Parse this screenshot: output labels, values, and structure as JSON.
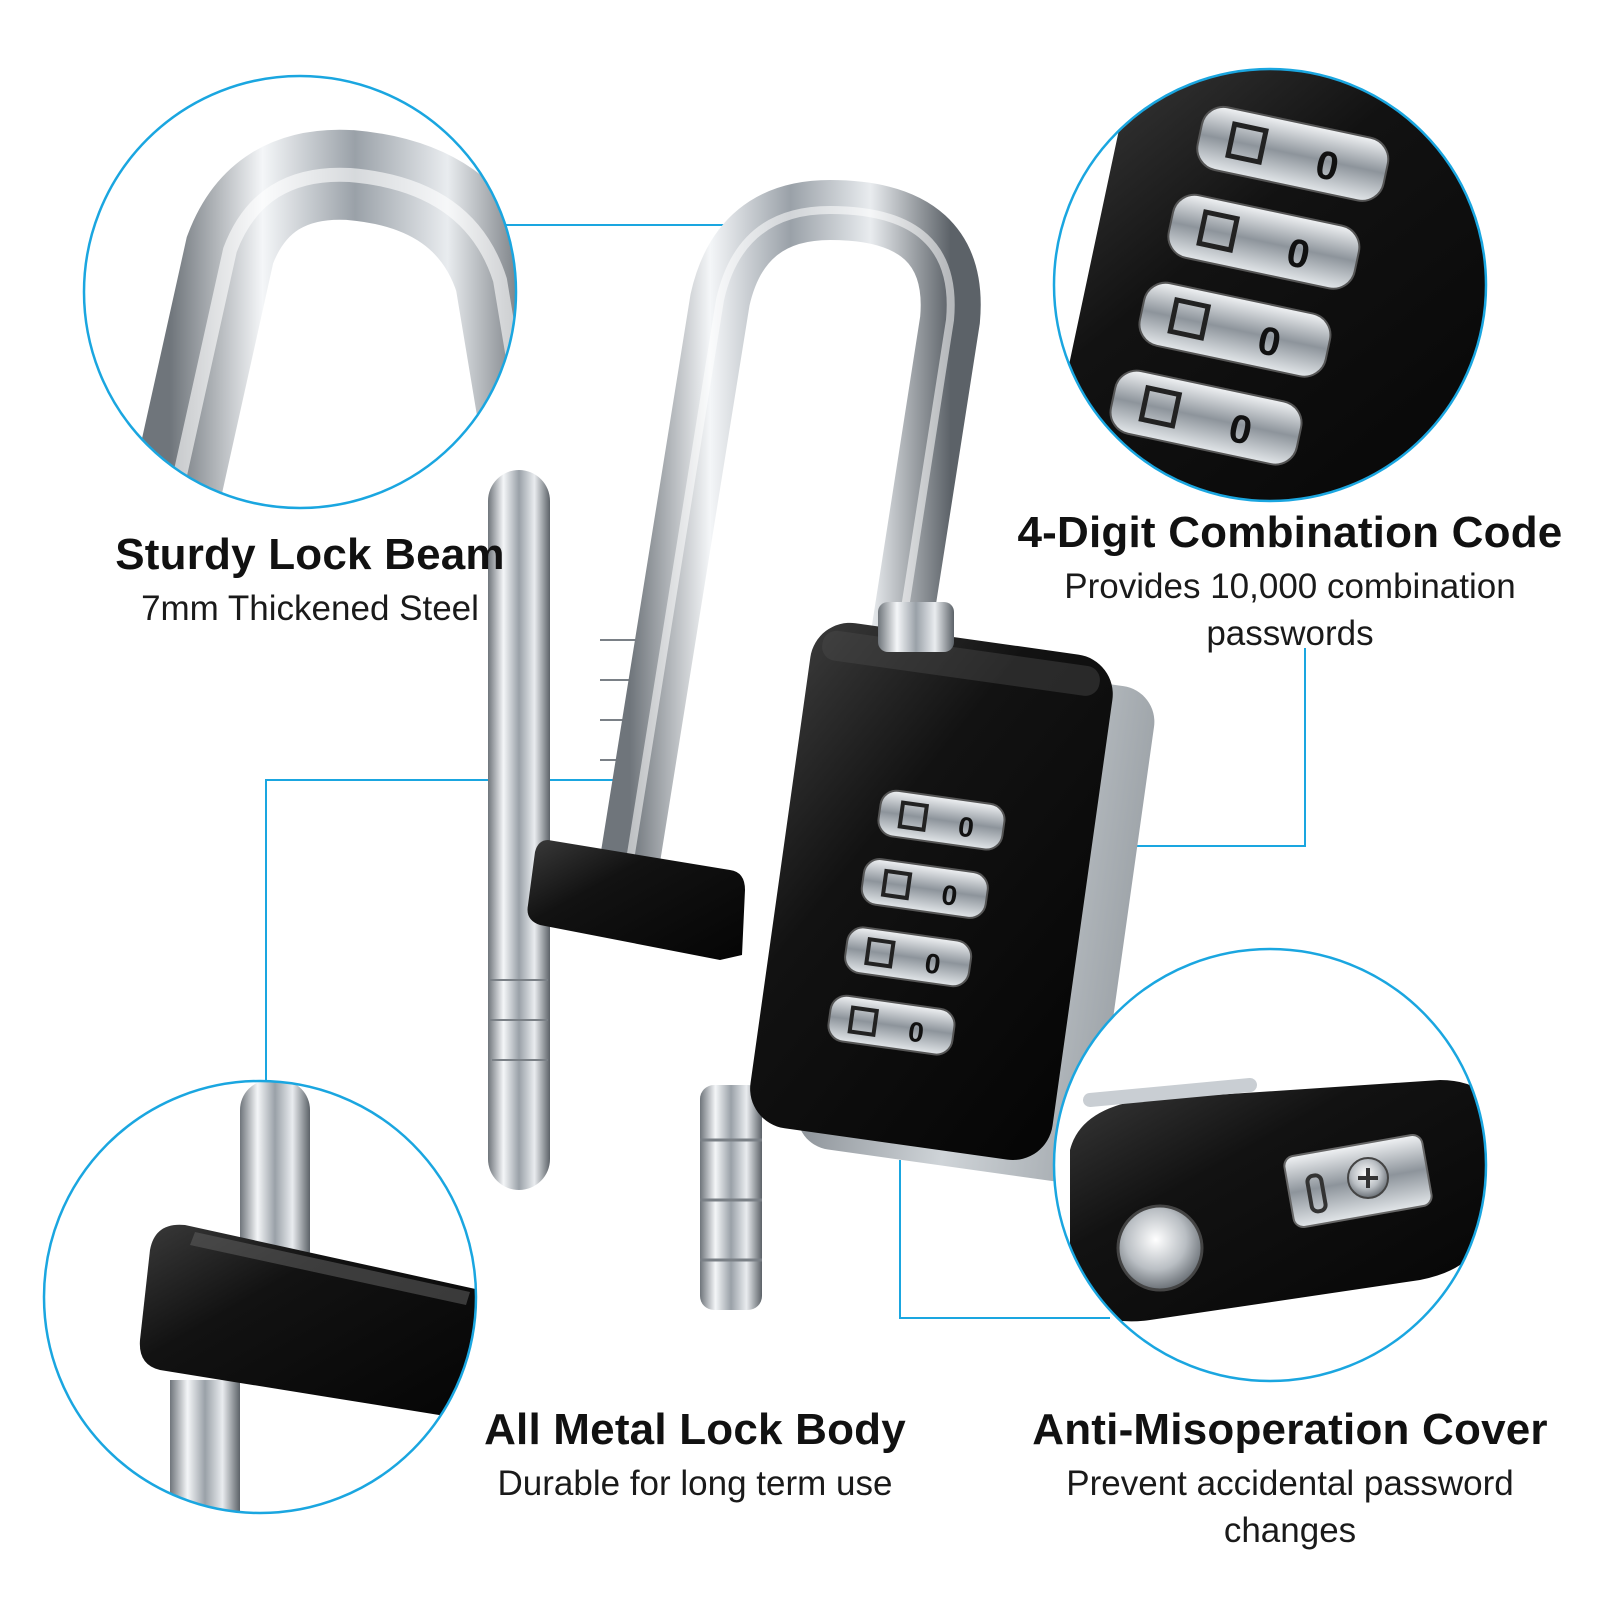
{
  "features": {
    "beam": {
      "title": "Sturdy Lock Beam",
      "desc": "7mm Thickened Steel"
    },
    "code": {
      "title": "4-Digit Combination Code",
      "desc": "Provides 10,000 combination passwords"
    },
    "body": {
      "title": "All Metal Lock Body",
      "desc": "Durable for long term use"
    },
    "cover": {
      "title": "Anti-Misoperation Cover",
      "desc": "Prevent accidental password changes"
    }
  },
  "colors": {
    "accent": "#1aa6e0",
    "lock_body": "#161616",
    "chrome": "#c9ced3",
    "background": "#ffffff"
  },
  "icons": {
    "main": "combination-padlock",
    "beam_zoom": "shackle-closeup",
    "dial_zoom": "combination-dial-closeup",
    "body_zoom": "lock-body-closeup",
    "cover_zoom": "screw-cover-closeup"
  }
}
